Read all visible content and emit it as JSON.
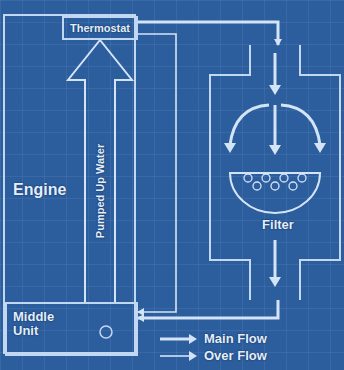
{
  "diagram": {
    "nodes": [
      {
        "text": [
          "Engine"
        ]
      },
      {
        "text": [
          "Thermostat"
        ],
        "in": 0
      },
      {
        "text": [
          "Middle Unit"
        ],
        "in": 0
      },
      {
        "text": [
          "Filter"
        ]
      }
    ],
    "edges": [
      {
        "from": 1,
        "to": 3,
        "arrow": "to"
      },
      {
        "from": 3,
        "to": 2,
        "arrow": "to"
      },
      {
        "from": 1,
        "to": 2,
        "arrow": "to"
      },
      {
        "from": 2,
        "to": 1,
        "arrow": "to",
        "label": "Pumped Up Water"
      }
    ],
    "legend": [
      {
        "text": "Main Flow"
      },
      {
        "text": "Over Flow"
      }
    ]
  }
}
